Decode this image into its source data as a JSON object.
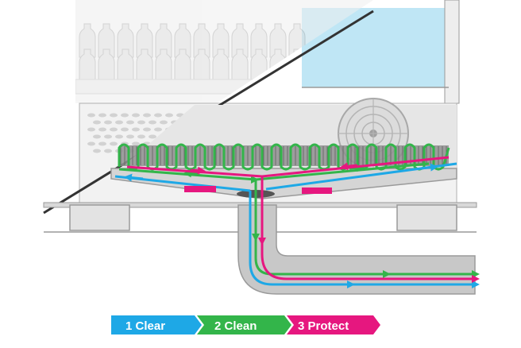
{
  "colors": {
    "clear": "#1ea8e6",
    "clean": "#33b54a",
    "protect": "#e6177f",
    "cabinet_fill": "#e9e9e9",
    "cabinet_line": "#9a9a9a",
    "pipe_fill": "#c8c8c8",
    "glass_blue": "#bfe6f5"
  },
  "icons": {
    "fan": "fan-icon",
    "coil": "condenser-coil-icon",
    "bottles": "bottle-shelf-icon"
  },
  "steps": [
    {
      "label": "1 Clear",
      "color_key": "clear"
    },
    {
      "label": "2 Clean",
      "color_key": "clean"
    },
    {
      "label": "3 Protect",
      "color_key": "protect"
    }
  ]
}
